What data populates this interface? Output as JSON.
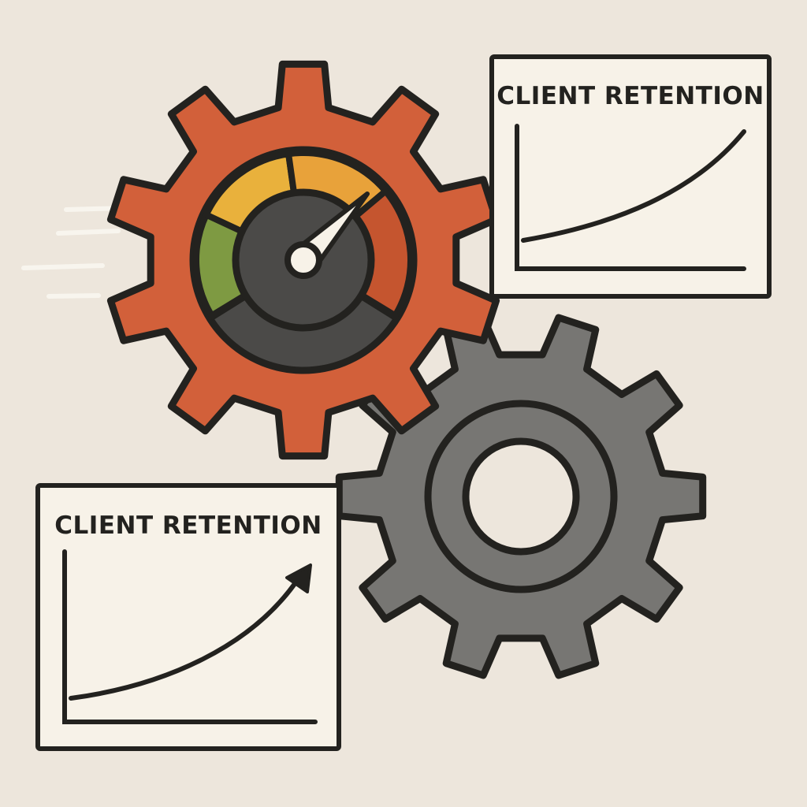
{
  "cards": [
    {
      "title": "CLIENT RETENTION",
      "trend": "rising",
      "arrowhead": false
    },
    {
      "title": "CLIENT RETENTION",
      "trend": "rising",
      "arrowhead": true
    }
  ],
  "gauge": {
    "segment_colors": [
      "#7e9a42",
      "#e9b13c",
      "#e8a23a",
      "#c5552f"
    ],
    "needle_level": "high"
  },
  "colors": {
    "background": "#ede6dc",
    "outline": "#23221f",
    "gear_orange": "#d2603a",
    "gear_gray": "#777673",
    "gauge_dark": "#4b4a48",
    "card_fill": "#f7f2e8",
    "motion_lines": "#f8f5ee"
  }
}
